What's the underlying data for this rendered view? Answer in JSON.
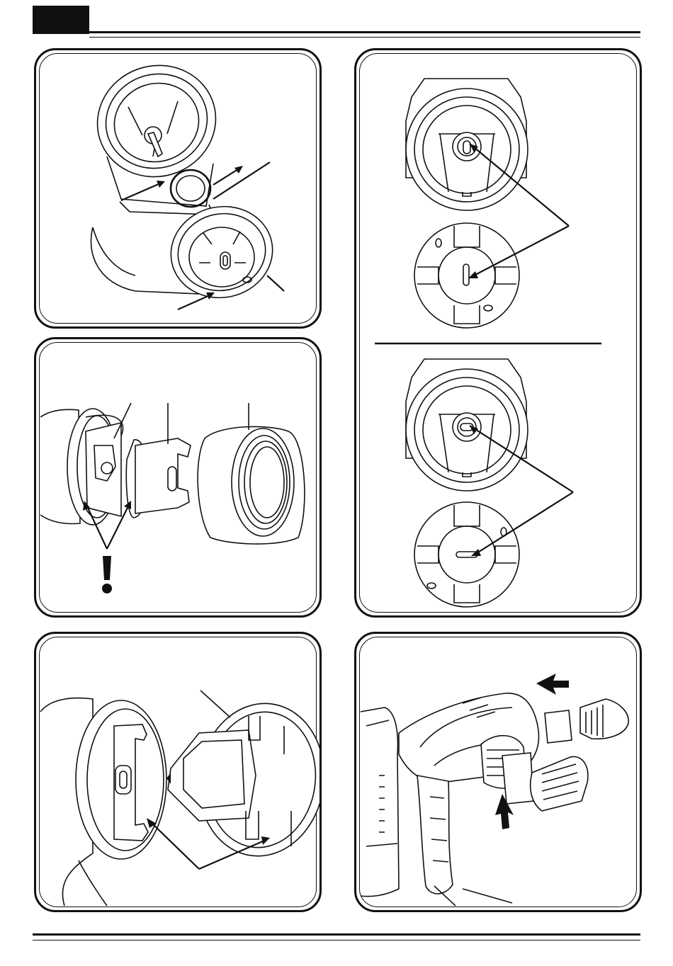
{
  "page": {
    "tab_color": "#111111",
    "line_color": "#111111",
    "background": "#ffffff"
  },
  "figures": [
    {
      "id": "fig-1",
      "subject": "nozzle-removal-rear-view"
    },
    {
      "id": "fig-2",
      "subject": "air-cap-exploded-view",
      "warning_symbol": "!"
    },
    {
      "id": "fig-3",
      "subject": "nozzle-alignment-orientations"
    },
    {
      "id": "fig-4",
      "subject": "air-cap-mounting"
    },
    {
      "id": "fig-5",
      "subject": "spray-gun-filter-replacement"
    }
  ],
  "warning": {
    "symbol": "!"
  }
}
